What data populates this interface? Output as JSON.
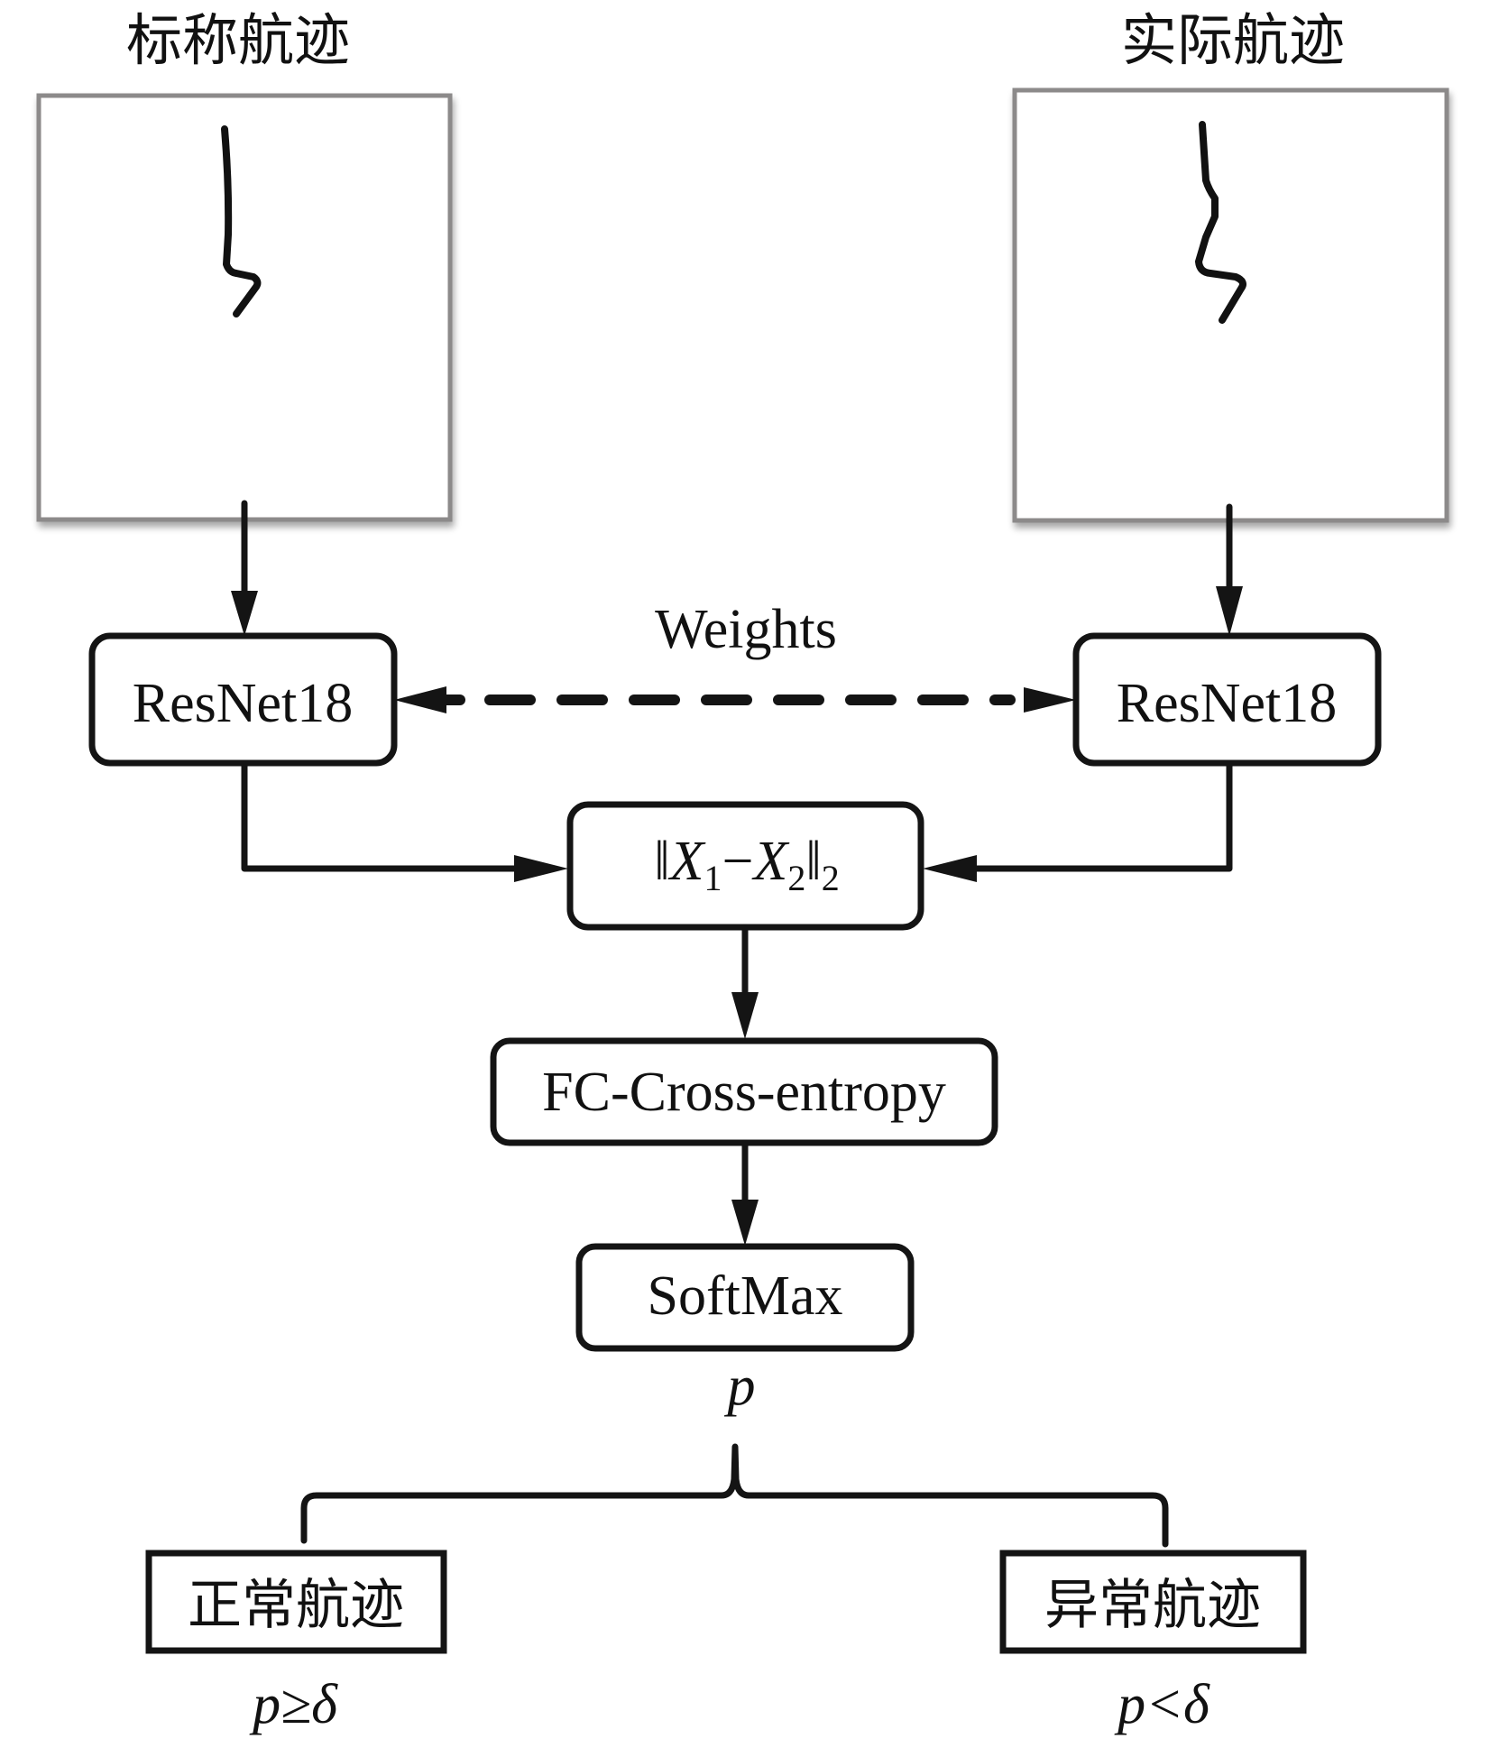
{
  "diagram": {
    "inputs": {
      "nominal_title": "标称航迹",
      "actual_title": "实际航迹",
      "nominal_image": "nominal-trajectory-sketch",
      "actual_image": "actual-trajectory-sketch"
    },
    "nodes": {
      "resnet_left": "ResNet18",
      "resnet_right": "ResNet18",
      "shared_weights_label": "Weights",
      "distance": {
        "norm_open": "‖",
        "x1": "X",
        "x1_sub": "1",
        "minus": "−",
        "x2": "X",
        "x2_sub": "2",
        "norm_close": "‖",
        "norm_sub": "2"
      },
      "fc": "FC-Cross-entropy",
      "softmax": "SoftMax",
      "output_symbol": "p"
    },
    "outcomes": {
      "normal": {
        "label": "正常航迹",
        "condition": "p≥δ"
      },
      "abnormal": {
        "label": "异常航迹",
        "condition": "p<δ"
      }
    },
    "edges": [
      {
        "from": "标称航迹",
        "to": "ResNet18 (left)",
        "style": "solid-arrow"
      },
      {
        "from": "实际航迹",
        "to": "ResNet18 (right)",
        "style": "solid-arrow"
      },
      {
        "from": "ResNet18 (left)",
        "to": "ResNet18 (right)",
        "style": "dashed-bidirectional",
        "label": "Weights"
      },
      {
        "from": "ResNet18 (left)",
        "to": "‖X1−X2‖2",
        "style": "solid-arrow"
      },
      {
        "from": "ResNet18 (right)",
        "to": "‖X1−X2‖2",
        "style": "solid-arrow"
      },
      {
        "from": "‖X1−X2‖2",
        "to": "FC-Cross-entropy",
        "style": "solid-arrow"
      },
      {
        "from": "FC-Cross-entropy",
        "to": "SoftMax",
        "style": "solid-arrow"
      },
      {
        "from": "p",
        "to": [
          "正常航迹",
          "异常航迹"
        ],
        "style": "brace"
      }
    ]
  }
}
